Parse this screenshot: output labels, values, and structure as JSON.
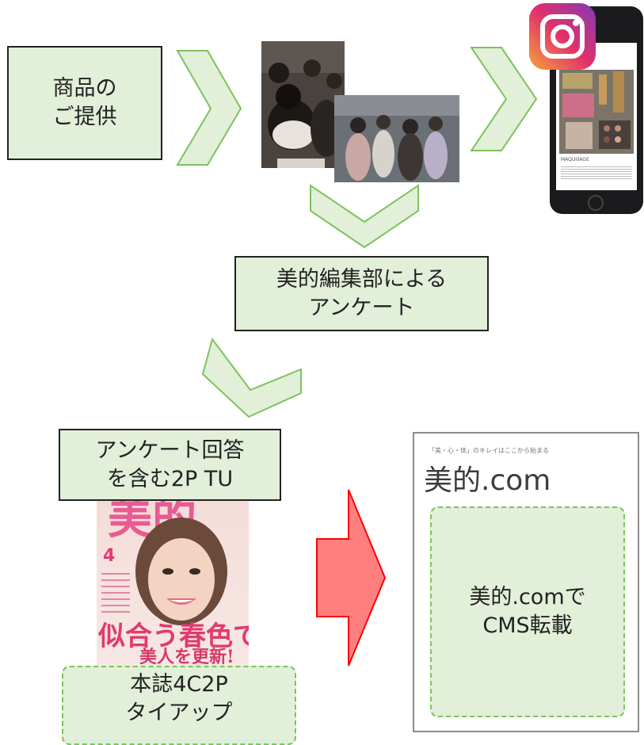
{
  "steps": {
    "offer": {
      "line1": "商品の",
      "line2": "ご提供"
    },
    "survey": {
      "line1": "美的編集部による",
      "line2": "アンケート"
    },
    "answers": {
      "line1": "アンケート回答",
      "line2": "を含む2P TU"
    },
    "tieup": {
      "line1": "本誌4C2P",
      "line2": "タイアップ"
    },
    "web": {
      "line1": "美的.comで",
      "line2": "CMS転載"
    }
  },
  "magazine": {
    "masthead": "美的",
    "issue": "4",
    "cover_line1": "似合う春色で",
    "cover_line2": "美人を更新!"
  },
  "site": {
    "tagline": "「美・心・体」のキレイはここから始まる",
    "logo": "美的.com"
  },
  "phone": {
    "post_caption": "MAQUillAGE"
  },
  "colors": {
    "box_fill": "#e2efd9",
    "chevron_fill": "#e2efd9",
    "chevron_stroke": "#7cc35d",
    "arrow_fill": "#ff7f7f",
    "arrow_stroke": "#ff0000",
    "dashed_border": "#7cc35d"
  },
  "icons": {
    "app": "instagram-icon"
  }
}
